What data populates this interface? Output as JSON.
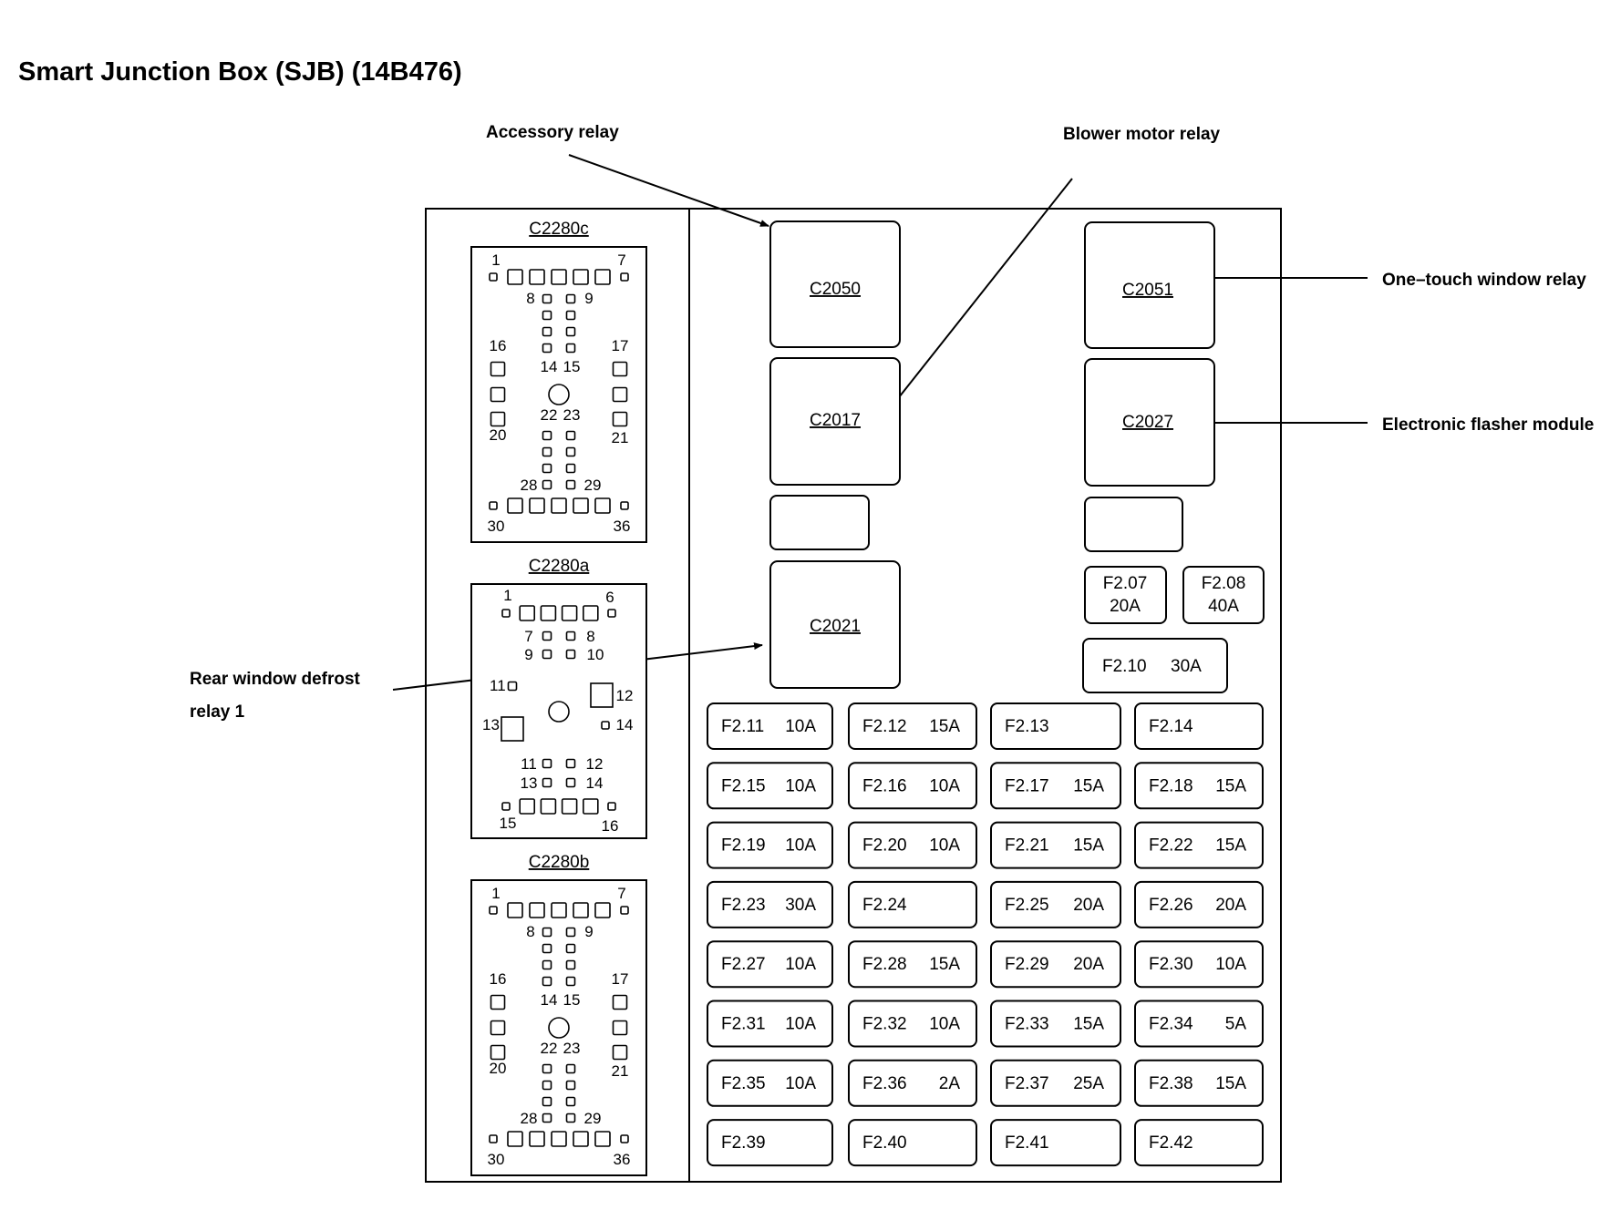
{
  "title": "Smart Junction Box (SJB) (14B476)",
  "callouts": {
    "accessory_relay": "Accessory relay",
    "blower_motor_relay": "Blower motor relay",
    "one_touch_window_relay": "One–touch window relay",
    "electronic_flasher_module": "Electronic flasher module",
    "rear_window_defrost_line1": "Rear window defrost",
    "rear_window_defrost_line2": "relay 1"
  },
  "relays": {
    "c2050": "C2050",
    "c2017": "C2017",
    "c2021": "C2021",
    "c2051": "C2051",
    "c2027": "C2027"
  },
  "connectors": {
    "c2280c": {
      "name": "C2280c",
      "pins": [
        "1",
        "7",
        "8",
        "9",
        "16",
        "17",
        "14",
        "15",
        "22",
        "23",
        "20",
        "21",
        "28",
        "29",
        "30",
        "36"
      ]
    },
    "c2280a": {
      "name": "C2280a",
      "pins": [
        "1",
        "6",
        "7",
        "8",
        "9",
        "10",
        "11",
        "12",
        "13",
        "14",
        "11",
        "12",
        "13",
        "14",
        "15",
        "16"
      ]
    },
    "c2280b": {
      "name": "C2280b",
      "pins": [
        "1",
        "7",
        "8",
        "9",
        "16",
        "17",
        "14",
        "15",
        "22",
        "23",
        "20",
        "21",
        "28",
        "29",
        "30",
        "36"
      ]
    }
  },
  "upper_fuses": [
    {
      "id": "F2.07",
      "rating": "20A"
    },
    {
      "id": "F2.08",
      "rating": "40A"
    },
    {
      "id": "F2.10",
      "rating": "30A"
    }
  ],
  "fuses": [
    {
      "id": "F2.11",
      "rating": "10A"
    },
    {
      "id": "F2.12",
      "rating": "15A"
    },
    {
      "id": "F2.13",
      "rating": ""
    },
    {
      "id": "F2.14",
      "rating": ""
    },
    {
      "id": "F2.15",
      "rating": "10A"
    },
    {
      "id": "F2.16",
      "rating": "10A"
    },
    {
      "id": "F2.17",
      "rating": "15A"
    },
    {
      "id": "F2.18",
      "rating": "15A"
    },
    {
      "id": "F2.19",
      "rating": "10A"
    },
    {
      "id": "F2.20",
      "rating": "10A"
    },
    {
      "id": "F2.21",
      "rating": "15A"
    },
    {
      "id": "F2.22",
      "rating": "15A"
    },
    {
      "id": "F2.23",
      "rating": "30A"
    },
    {
      "id": "F2.24",
      "rating": ""
    },
    {
      "id": "F2.25",
      "rating": "20A"
    },
    {
      "id": "F2.26",
      "rating": "20A"
    },
    {
      "id": "F2.27",
      "rating": "10A"
    },
    {
      "id": "F2.28",
      "rating": "15A"
    },
    {
      "id": "F2.29",
      "rating": "20A"
    },
    {
      "id": "F2.30",
      "rating": "10A"
    },
    {
      "id": "F2.31",
      "rating": "10A"
    },
    {
      "id": "F2.32",
      "rating": "10A"
    },
    {
      "id": "F2.33",
      "rating": "15A"
    },
    {
      "id": "F2.34",
      "rating": "5A"
    },
    {
      "id": "F2.35",
      "rating": "10A"
    },
    {
      "id": "F2.36",
      "rating": "2A"
    },
    {
      "id": "F2.37",
      "rating": "25A"
    },
    {
      "id": "F2.38",
      "rating": "15A"
    },
    {
      "id": "F2.39",
      "rating": ""
    },
    {
      "id": "F2.40",
      "rating": ""
    },
    {
      "id": "F2.41",
      "rating": ""
    },
    {
      "id": "F2.42",
      "rating": ""
    }
  ]
}
